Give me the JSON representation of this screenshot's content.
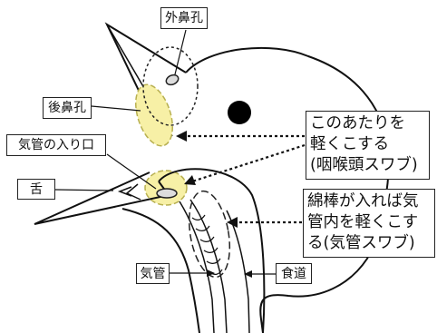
{
  "labels": {
    "external_nostril": "外鼻孔",
    "posterior_nostril": "後鼻孔",
    "tracheal_entrance": "気管の入り口",
    "tongue": "舌",
    "trachea": "気管",
    "esophagus": "食道"
  },
  "notes": {
    "pharynx_swab": {
      "line1": "このあたりを",
      "line2": "軽くこする",
      "line3": "(咽喉頭スワブ)"
    },
    "trachea_swab": {
      "line1": "綿棒が入れば気",
      "line2": "管内を軽くこす",
      "line3": "る(気管スワブ)"
    }
  },
  "colors": {
    "outline": "#111111",
    "highlight_fill": "#f7f0a6",
    "highlight_stroke": "#b8b050",
    "eye": "#000000"
  }
}
